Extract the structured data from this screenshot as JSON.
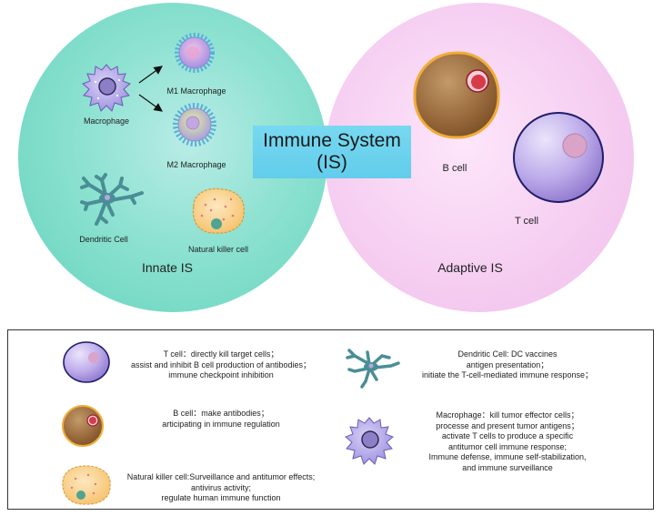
{
  "center": {
    "line1": "Immune System",
    "line2": "(IS)"
  },
  "innate": {
    "title": "Innate IS",
    "macrophage": "Macrophage",
    "m1": "M1 Macrophage",
    "m2": "M2 Macrophage",
    "dendritic": "Dendritic Cell",
    "nk": "Natural killer cell"
  },
  "adaptive": {
    "title": "Adaptive IS",
    "bcell": "B cell",
    "tcell": "T cell"
  },
  "legend": {
    "tcell": [
      "T cell：directly kill target cells；",
      "assist and inhibit B cell production of antibodies；",
      "immune checkpoint inhibition"
    ],
    "bcell": [
      "B cell：make antibodies；",
      "articipating in immune regulation"
    ],
    "nk": [
      "Natural killer cell:Surveillance and antitumor effects;",
      "antivirus activity;",
      "regulate human immune function"
    ],
    "dendritic": [
      "Dendritic Cell: DC vaccines",
      "antigen presentation；",
      "initiate the T-cell-mediated immune response；"
    ],
    "macrophage": [
      "Macrophage：kill tumor effector cells；",
      "processe and present tumor antigens；",
      "activate T cells to produce a specific",
      "antitumor cell immune response;",
      "Immune defense, immune self-stabilization,",
      "and immune surveillance"
    ]
  },
  "colors": {
    "innate_circle": "#86e0cf",
    "adaptive_circle": "#f5caf0",
    "center_box": "#6ad1ec",
    "b_cell": "#9a6a3a",
    "t_cell": "#b7a2dc",
    "macrophage": "#b3a6e6",
    "dendritic": "#4a8e95",
    "nk_cell": "#f9cf86"
  }
}
